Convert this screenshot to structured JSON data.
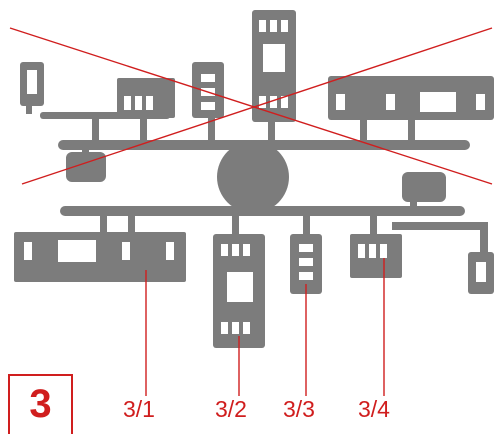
{
  "colors": {
    "part": "#7c7c7c",
    "window": "#ffffff",
    "accent": "#d01e1e"
  },
  "step": {
    "number": "3"
  },
  "callouts": [
    {
      "id": "3/1",
      "label": "3/1"
    },
    {
      "id": "3/2",
      "label": "3/2"
    },
    {
      "id": "3/3",
      "label": "3/3"
    },
    {
      "id": "3/4",
      "label": "3/4"
    }
  ],
  "rejected_part": {
    "crossed_out": true
  }
}
